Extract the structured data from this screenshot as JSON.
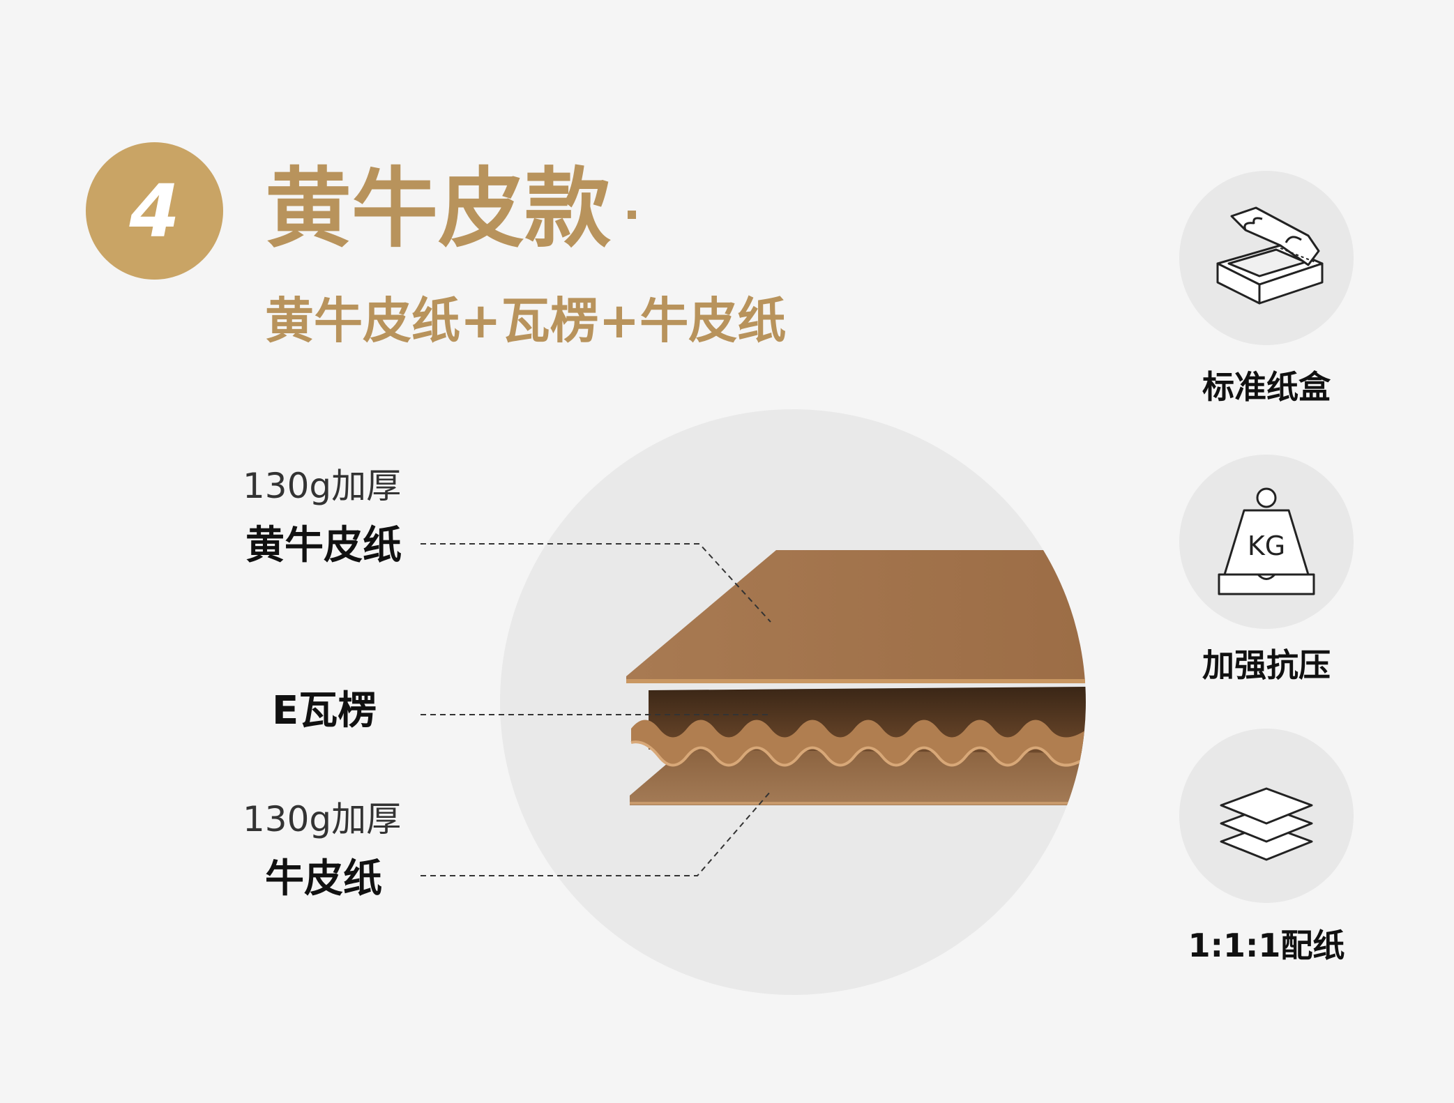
{
  "header": {
    "number": "4",
    "title": "黄牛皮款",
    "subtitle": "黄牛皮纸+瓦楞+牛皮纸"
  },
  "layers": [
    {
      "note": "130g加厚",
      "name": "黄牛皮纸"
    },
    {
      "note": "",
      "name": "E瓦楞"
    },
    {
      "note": "130g加厚",
      "name": "牛皮纸"
    }
  ],
  "features": [
    {
      "icon": "open-box-icon",
      "label": "标准纸盒"
    },
    {
      "icon": "kg-weight-icon",
      "label": "加强抗压"
    },
    {
      "icon": "stacked-layers-icon",
      "label": "1:1:1配纸"
    }
  ],
  "icon_text": {
    "kg": "KG"
  },
  "colors": {
    "accent": "#c9a465",
    "title": "#b8935c",
    "kraft": "#a0714a",
    "kraft_dark": "#7b5535",
    "background": "#f5f5f5"
  }
}
